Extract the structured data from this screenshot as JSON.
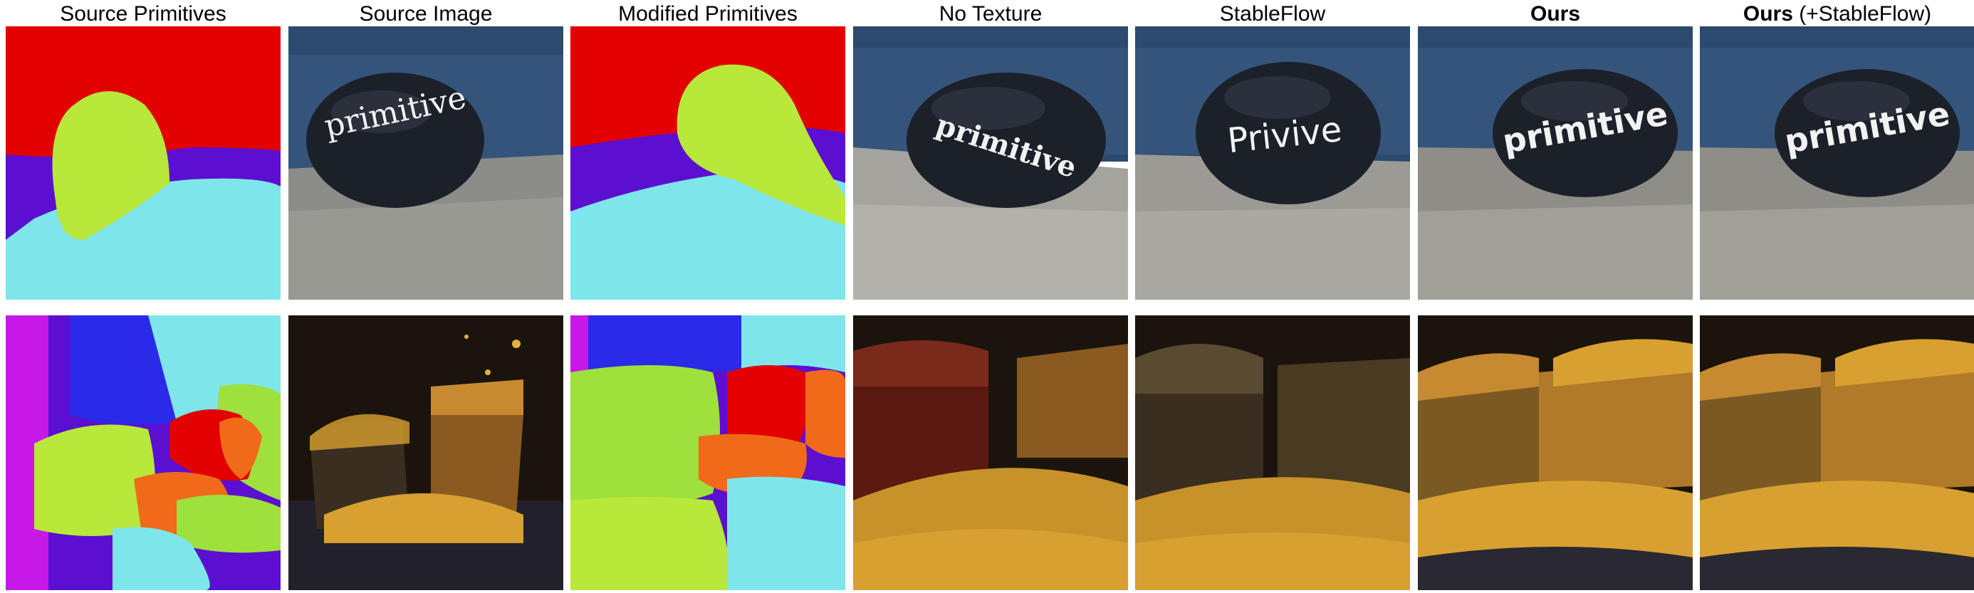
{
  "headers": [
    {
      "bold": "",
      "text": "Source Primitives"
    },
    {
      "bold": "",
      "text": "Source Image"
    },
    {
      "bold": "",
      "text": "Modified Primitives"
    },
    {
      "bold": "",
      "text": "No Texture"
    },
    {
      "bold": "",
      "text": "StableFlow"
    },
    {
      "bold": "Ours",
      "text": ""
    },
    {
      "bold": "Ours",
      "text": " (+StableFlow)"
    }
  ],
  "row1_stone_text": [
    "primitive",
    "primitive",
    "Privive",
    "primitive",
    "primitive"
  ],
  "colors": {
    "prim_red": "#e30000",
    "prim_purple": "#5b0fd0",
    "prim_cyan": "#7ee6ea",
    "prim_lime": "#b8e83a",
    "prim_blue": "#2a2ae8",
    "prim_magenta": "#c818e8",
    "prim_orange": "#f06a1a",
    "prim_green": "#9ee03c",
    "sea": "#2c4a6e",
    "rock": "#8c8c88",
    "stone": "#1c2029",
    "gold": "#d8a030",
    "dark": "#1a140c"
  }
}
